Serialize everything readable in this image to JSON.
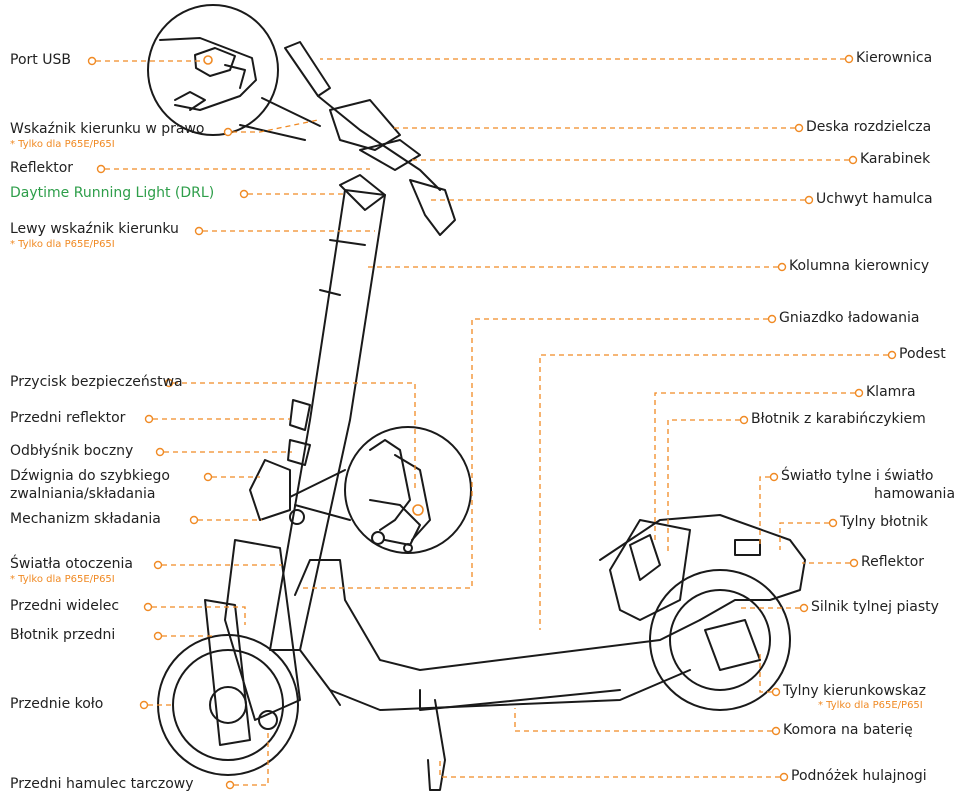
{
  "colors": {
    "leader": "#f08a24",
    "note": "#f08a24",
    "drl": "#2e9e4a",
    "line_art": "#1a1a1a"
  },
  "labels_left": {
    "port_usb": "Port USB",
    "right_indicator": "Wskaźnik kierunku w prawo",
    "right_indicator_note": "* Tylko dla P65E/P65I",
    "reflector_front": "Reflektor",
    "drl": "Daytime Running Light (DRL)",
    "left_indicator": "Lewy wskaźnik kierunku",
    "left_indicator_note": "* Tylko dla P65E/P65I",
    "safety_button": "Przycisk bezpieczeństwa",
    "front_reflector": "Przedni reflektor",
    "side_reflector": "Odbłyśnik boczny",
    "quick_release_1": "Dźwignia do szybkiego",
    "quick_release_2": "zwalniania/składania",
    "folding_mechanism": "Mechanizm składania",
    "ambient_lights": "Światła otoczenia",
    "ambient_lights_note": "* Tylko dla P65E/P65I",
    "front_fork": "Przedni widelec",
    "front_fender": "Błotnik przedni",
    "front_wheel": "Przednie koło",
    "front_disc_brake": "Przedni hamulec tarczowy"
  },
  "labels_right": {
    "handlebar": "Kierownica",
    "dashboard": "Deska rozdzielcza",
    "carabiner": "Karabinek",
    "brake_lever": "Uchwyt hamulca",
    "steering_column": "Kolumna kierownicy",
    "charging_port": "Gniazdko ładowania",
    "deck": "Podest",
    "clasp": "Klamra",
    "fender_hook": "Błotnik z karabińczykiem",
    "tail_light_1": "Światło tylne i światło",
    "tail_light_2": "hamowania",
    "rear_fender": "Tylny błotnik",
    "rear_reflector": "Reflektor",
    "hub_motor": "Silnik tylnej piasty",
    "rear_indicator": "Tylny kierunkowskaz",
    "rear_indicator_note": "* Tylko dla P65E/P65I",
    "battery": "Komora na baterię",
    "kickstand": "Podnóżek hulajnogi"
  }
}
